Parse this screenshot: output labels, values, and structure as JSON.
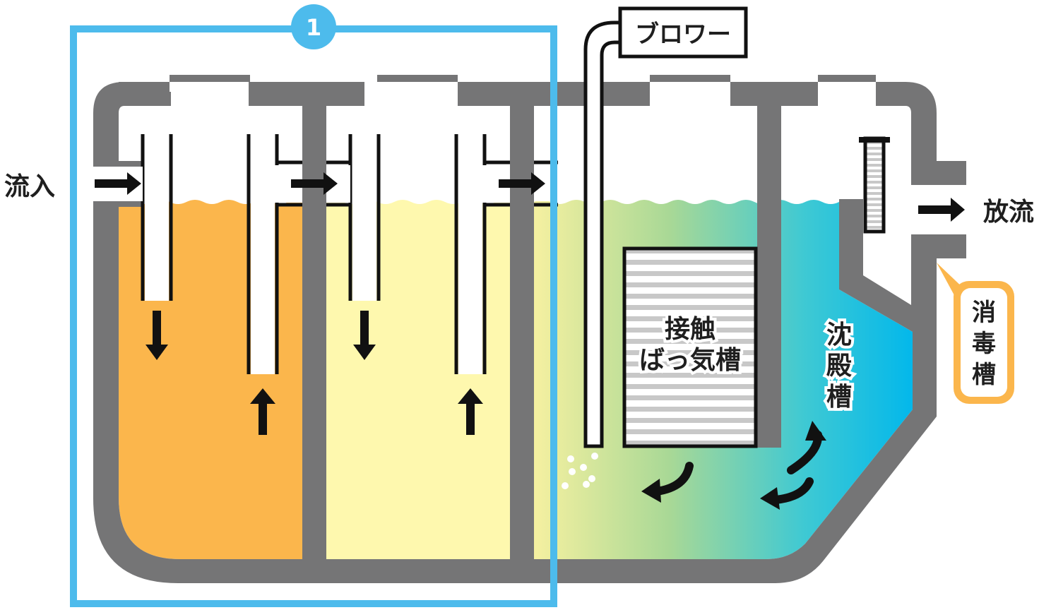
{
  "labels": {
    "inflow": "流入",
    "outflow": "放流",
    "blower": "ブロワー",
    "contact_aeration_line1": "接触",
    "contact_aeration_line2": "ばっ気槽",
    "sedimentation": [
      "沈",
      "殿",
      "槽"
    ],
    "disinfection": [
      "消",
      "毒",
      "槽"
    ],
    "section_badge": "1"
  },
  "colors": {
    "tank_wall": "#757576",
    "chamber_1_liquid": "#FBB64C",
    "chamber_2_liquid": "#FEF8AE",
    "aeration_gradient": [
      "#F4F0A0",
      "#A8D896",
      "#3FC9D3",
      "#00B7EC"
    ],
    "highlight_frame": "#4DBBEC",
    "disinfection_callout": "#FBB64C",
    "arrow": "#111111"
  }
}
